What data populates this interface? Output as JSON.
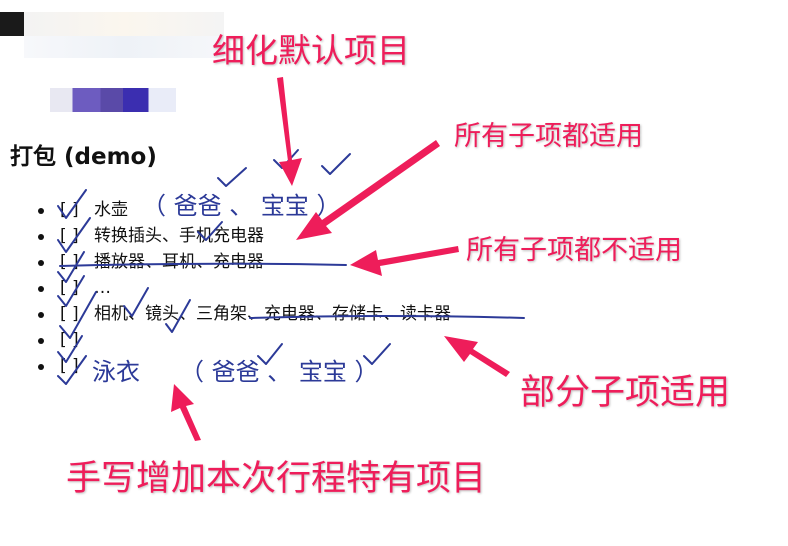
{
  "page": {
    "title": "打包 (demo)"
  },
  "checklist": {
    "items": [
      {
        "box": "[ ]",
        "text": "水壶"
      },
      {
        "box": "[ ]",
        "text": "转换插头、手机充电器"
      },
      {
        "box": "[ ]",
        "text": "播放器、耳机、充电器"
      },
      {
        "box": "[ ]",
        "text": "…"
      },
      {
        "box": "[ ]",
        "text": "相机、镜头、三角架、充电器、存储卡、读卡器"
      },
      {
        "box": "[ ]",
        "text": ""
      },
      {
        "box": "[ ]",
        "text": ""
      }
    ]
  },
  "handwriting": {
    "line1_notes": "（ 爸爸 、 宝宝 ）",
    "new_item": "泳衣",
    "new_item_notes": "（ 爸爸 、 宝宝 ）"
  },
  "annotations": {
    "refine_defaults": "细化默认项目",
    "all_apply": "所有子项都适用",
    "none_apply": "所有子项都不适用",
    "some_apply": "部分子项适用",
    "handwritten_add": "手写增加本次行程特有项目"
  },
  "colors": {
    "annotation": "#ee1d5a",
    "ink": "#2c3a98"
  },
  "icons": [
    "check-mark-icon",
    "arrow-icon"
  ]
}
